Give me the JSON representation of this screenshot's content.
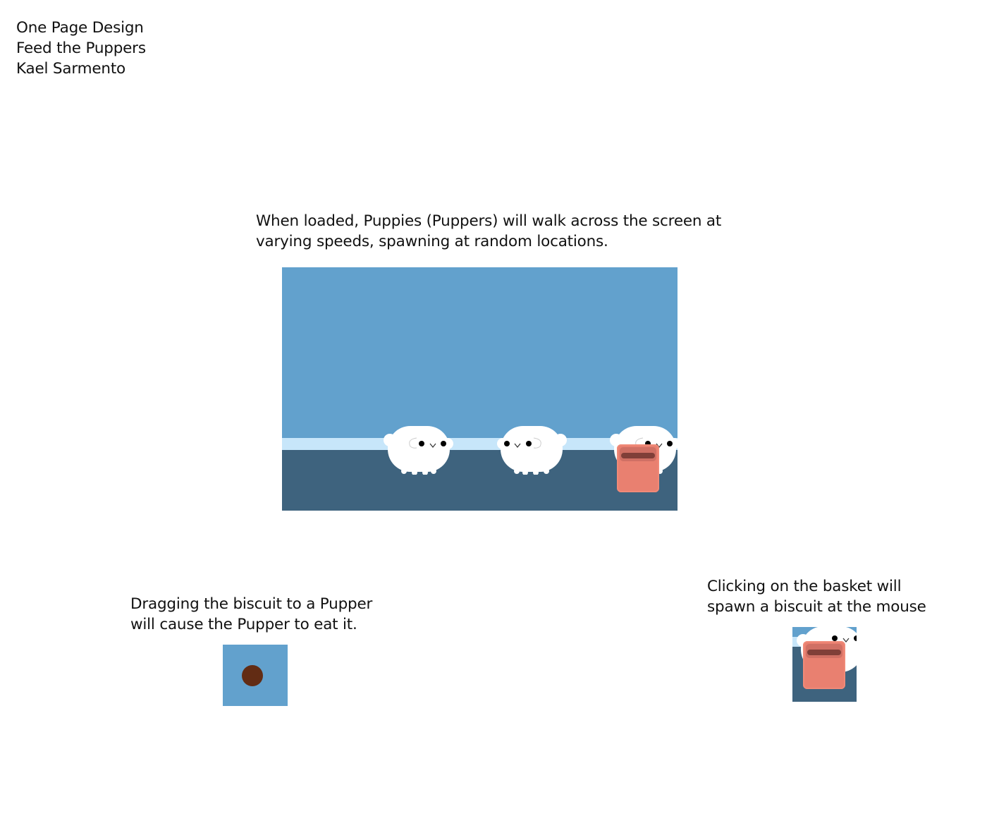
{
  "header": {
    "lines": [
      "One Page Design",
      "Feed the Puppers",
      "Kael Sarmento"
    ]
  },
  "intro": {
    "lines": [
      "When loaded, Puppies (Puppers) will walk across the screen at",
      "varying speeds, spawning at random locations."
    ]
  },
  "drag_note": {
    "lines": [
      "Dragging the biscuit to a Pupper",
      "will cause the Pupper to eat it."
    ]
  },
  "click_note": {
    "lines": [
      "Clicking on the basket will",
      "spawn a biscuit at the mouse"
    ]
  },
  "colors": {
    "sky": "#62a1cd",
    "band": "#c7e6fa",
    "ground": "#3e637e",
    "basket": "#e98070",
    "biscuit": "#622c14"
  }
}
